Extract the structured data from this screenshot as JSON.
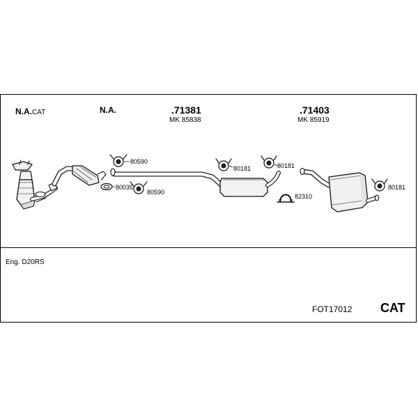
{
  "header": {
    "col1": {
      "main": "N.A.",
      "suffix": "CAT"
    },
    "col2": {
      "main": "N.A."
    },
    "part1": {
      "number": ".71381",
      "sub": "MK 85838"
    },
    "part2": {
      "number": ".71403",
      "sub": "MK 85919"
    }
  },
  "callouts": {
    "hanger_front": "80590",
    "gasket": "80035",
    "hanger_mid_lower": "80590",
    "hanger_center": "80181",
    "hanger_right_mid": "80181",
    "clamp": "82310",
    "hanger_rear": "80181"
  },
  "footer": {
    "engine": "Eng. D20RS",
    "code": "FOT17012",
    "type": "CAT"
  }
}
